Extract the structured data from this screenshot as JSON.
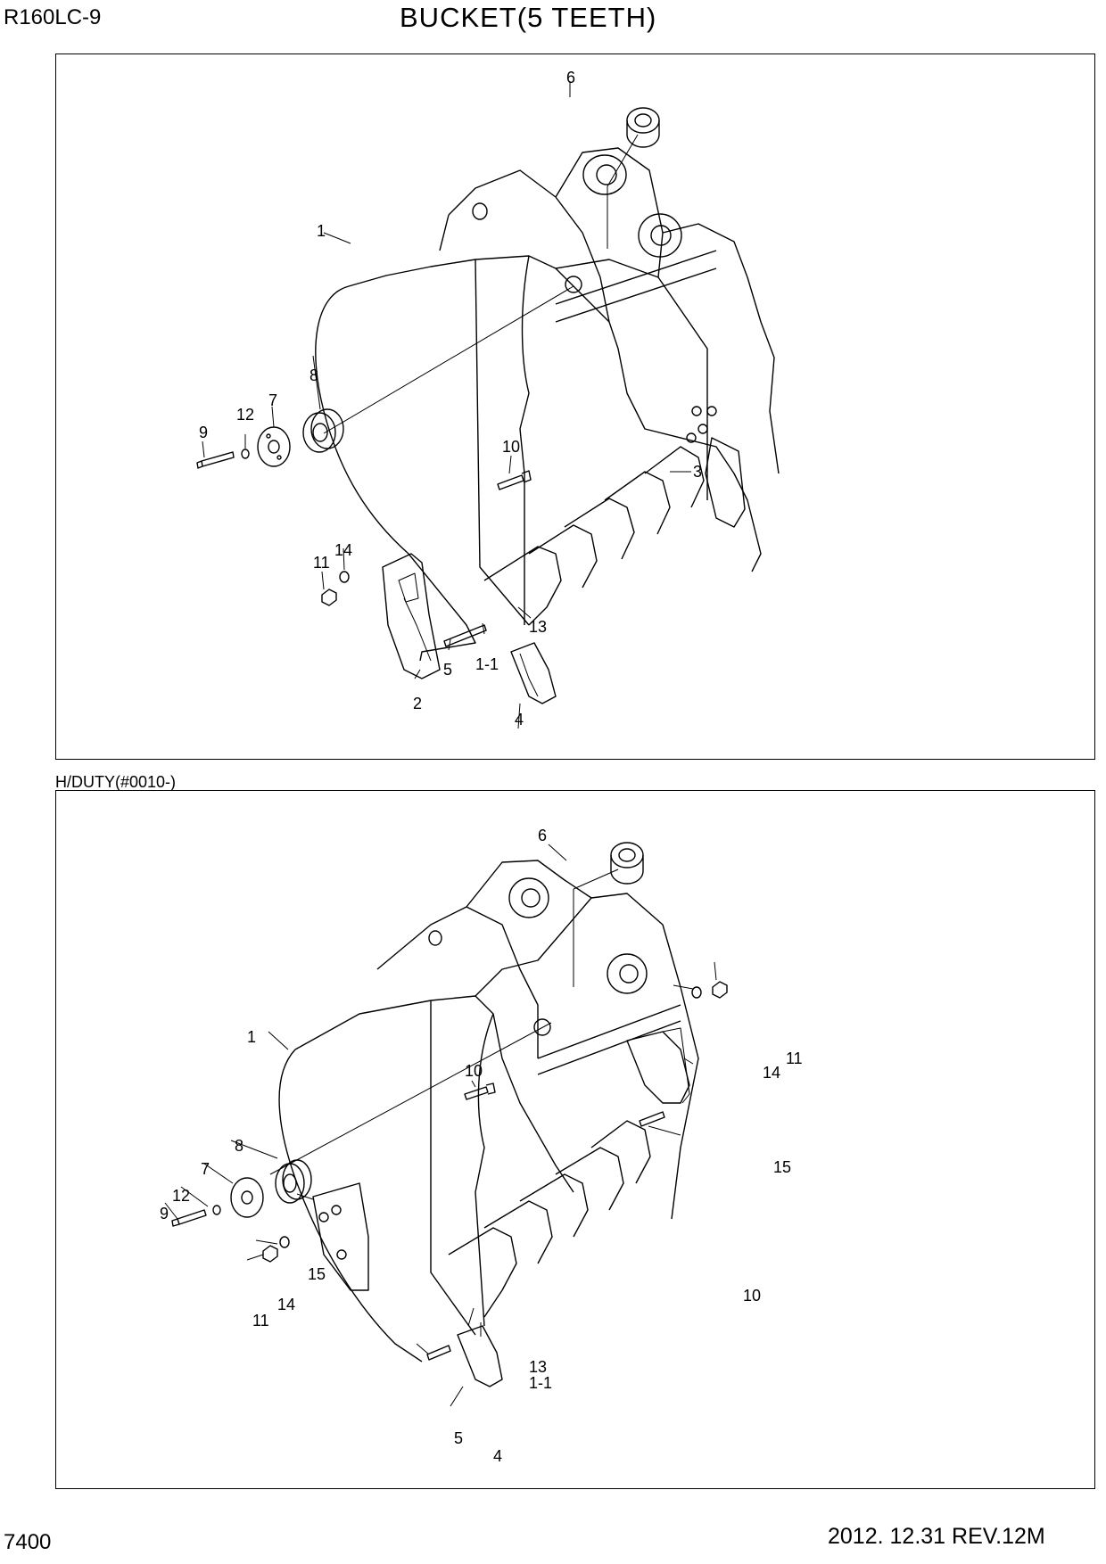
{
  "header": {
    "model": "R160LC-9",
    "title": "BUCKET(5 TEETH)"
  },
  "section_label": "H/DUTY(#0010-)",
  "footer": {
    "page": "7400",
    "revision": "2012. 12.31  REV.12M"
  },
  "top_diagram": {
    "callouts": [
      "6",
      "1",
      "8",
      "7",
      "12",
      "9",
      "10",
      "3",
      "14",
      "11",
      "2",
      "5",
      "1-1",
      "13",
      "4"
    ]
  },
  "bottom_diagram": {
    "callouts": [
      "6",
      "1",
      "14",
      "11",
      "8",
      "7",
      "12",
      "9",
      "10",
      "15",
      "10",
      "15",
      "14",
      "11",
      "13",
      "1-1",
      "5",
      "4"
    ]
  }
}
